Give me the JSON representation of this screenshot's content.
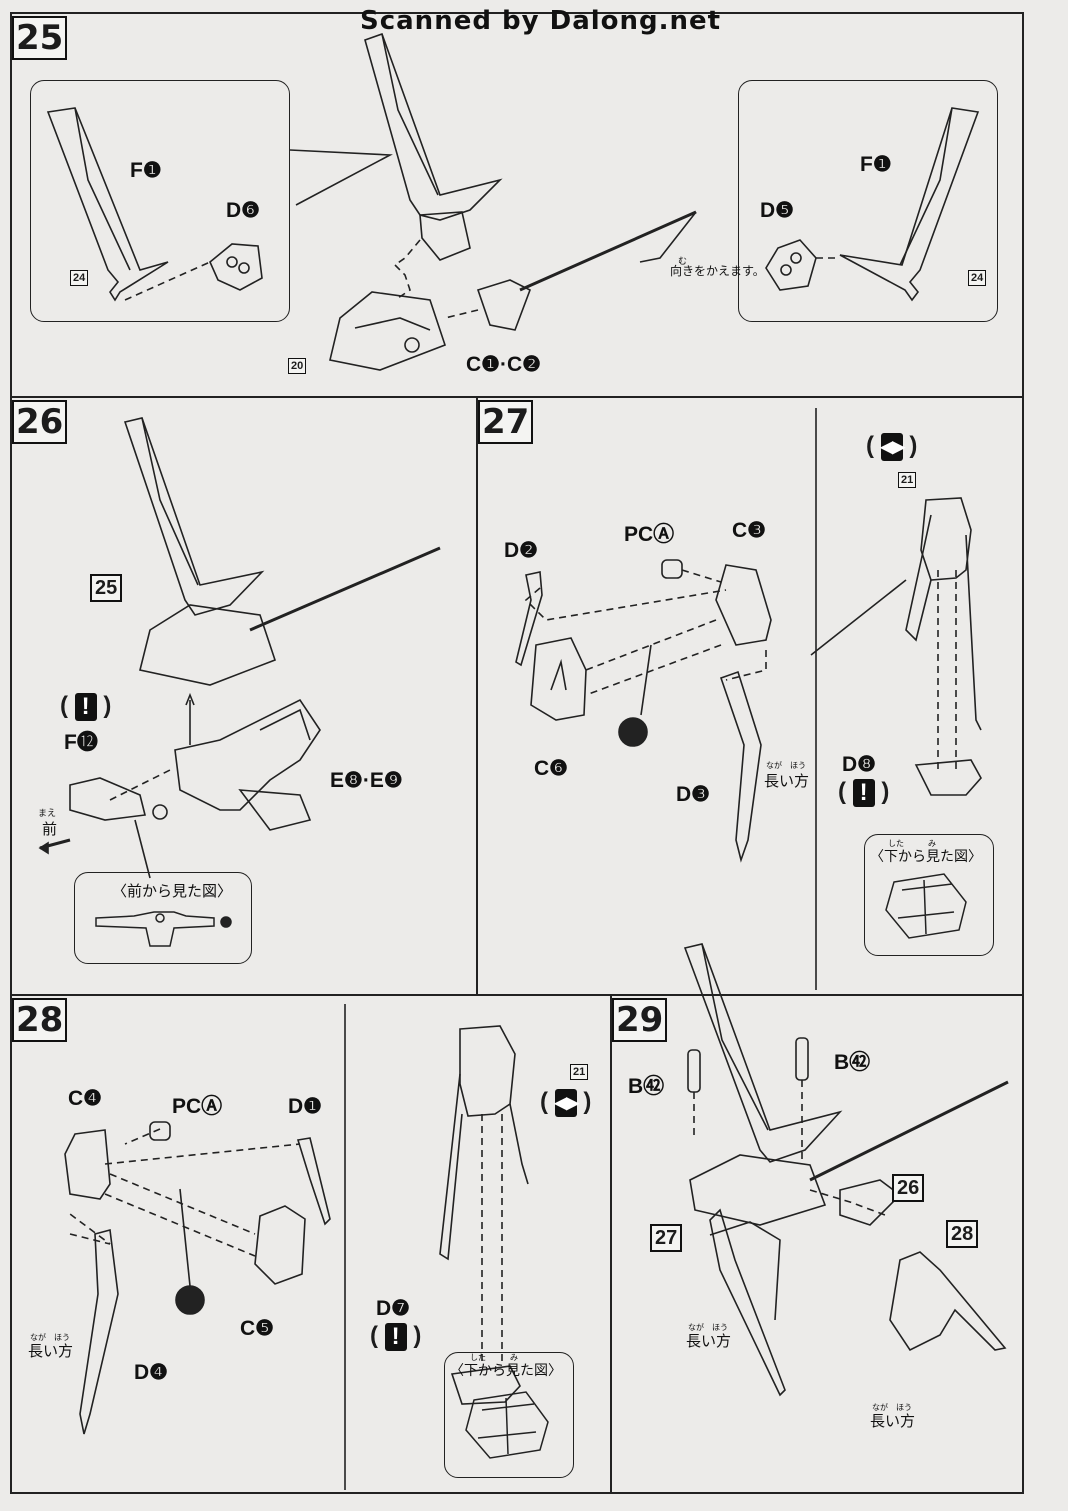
{
  "watermark": "Scanned by Dalong.net",
  "steps": {
    "s25": {
      "number": "25",
      "left_part": "F❶",
      "left_part2": "D❻",
      "right_part": "F❶",
      "right_part2": "D❺",
      "note": "向きをかえます。",
      "note_ruby": "む",
      "body_part": "C❶·C❷",
      "ref_left": "24",
      "ref_right": "24",
      "ref_body": "20"
    },
    "s26": {
      "number": "26",
      "sub_ref": "25",
      "part_f": "F⓬",
      "part_e": "E❽·E❾",
      "front": "前",
      "front_ruby": "まえ",
      "front_view": "〈前から見た図〉",
      "warn": "!"
    },
    "s27": {
      "number": "27",
      "part_pca": "PCⒶ",
      "part_c3": "C❸",
      "part_d2": "D❷",
      "part_c6": "C❻",
      "part_d3": "D❸",
      "long_side": "長い方",
      "long_ruby": "なが　ほう",
      "part_d8": "D❽",
      "ref": "21",
      "bottom_view": "〈下から見た図〉",
      "bottom_ruby": "した　　　み",
      "warn": "!"
    },
    "s28": {
      "number": "28",
      "part_c4": "C❹",
      "part_pca": "PCⒶ",
      "part_d1": "D❶",
      "part_c5": "C❺",
      "part_d4": "D❹",
      "long_side": "長い方",
      "long_ruby": "なが　ほう",
      "part_d7": "D❼",
      "ref": "21",
      "bottom_view": "〈下から見た図〉",
      "bottom_ruby": "した　　　み",
      "warn": "!"
    },
    "s29": {
      "number": "29",
      "part_b42_left": "B㊷",
      "part_b42_right": "B㊷",
      "ref_26": "26",
      "ref_27": "27",
      "ref_28": "28",
      "long_side_a": "長い方",
      "long_side_b": "長い方",
      "long_ruby": "なが　ほう"
    }
  }
}
